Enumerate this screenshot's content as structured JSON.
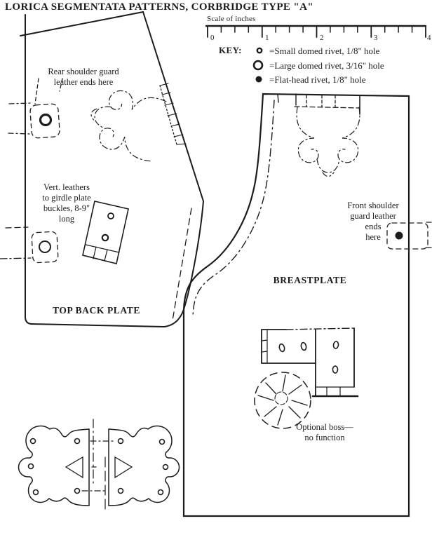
{
  "title": "LORICA SEGMENTATA PATTERNS, CORBRIDGE TYPE \"A\"",
  "ruler": {
    "label": "Scale of inches",
    "ticks": [
      "0",
      "1",
      "2",
      "3",
      "4"
    ]
  },
  "key": {
    "heading": "KEY:",
    "items": [
      {
        "symbol": "small-domed-rivet-icon",
        "label": "=Small domed rivet, 1/8\" hole"
      },
      {
        "symbol": "large-domed-rivet-icon",
        "label": "=Large domed rivet, 3/16\" hole"
      },
      {
        "symbol": "flat-head-rivet-icon",
        "label": "=Flat-head rivet, 1/8\" hole"
      }
    ]
  },
  "back_plate": {
    "label": "TOP BACK PLATE",
    "rear_shoulder_note": [
      "Rear shoulder guard",
      "leather ends here"
    ],
    "vert_leathers_note": [
      "Vert. leathers",
      "to girdle plate",
      "buckles, 8-9\"",
      "long"
    ]
  },
  "breastplate": {
    "label": "BREASTPLATE",
    "front_shoulder_note": [
      "Front shoulder",
      "guard leather",
      "ends",
      "here"
    ],
    "boss_note": [
      "Optional boss—",
      "no function"
    ]
  },
  "ink_color": "#1c1c1c",
  "paper_color": "#ffffff"
}
